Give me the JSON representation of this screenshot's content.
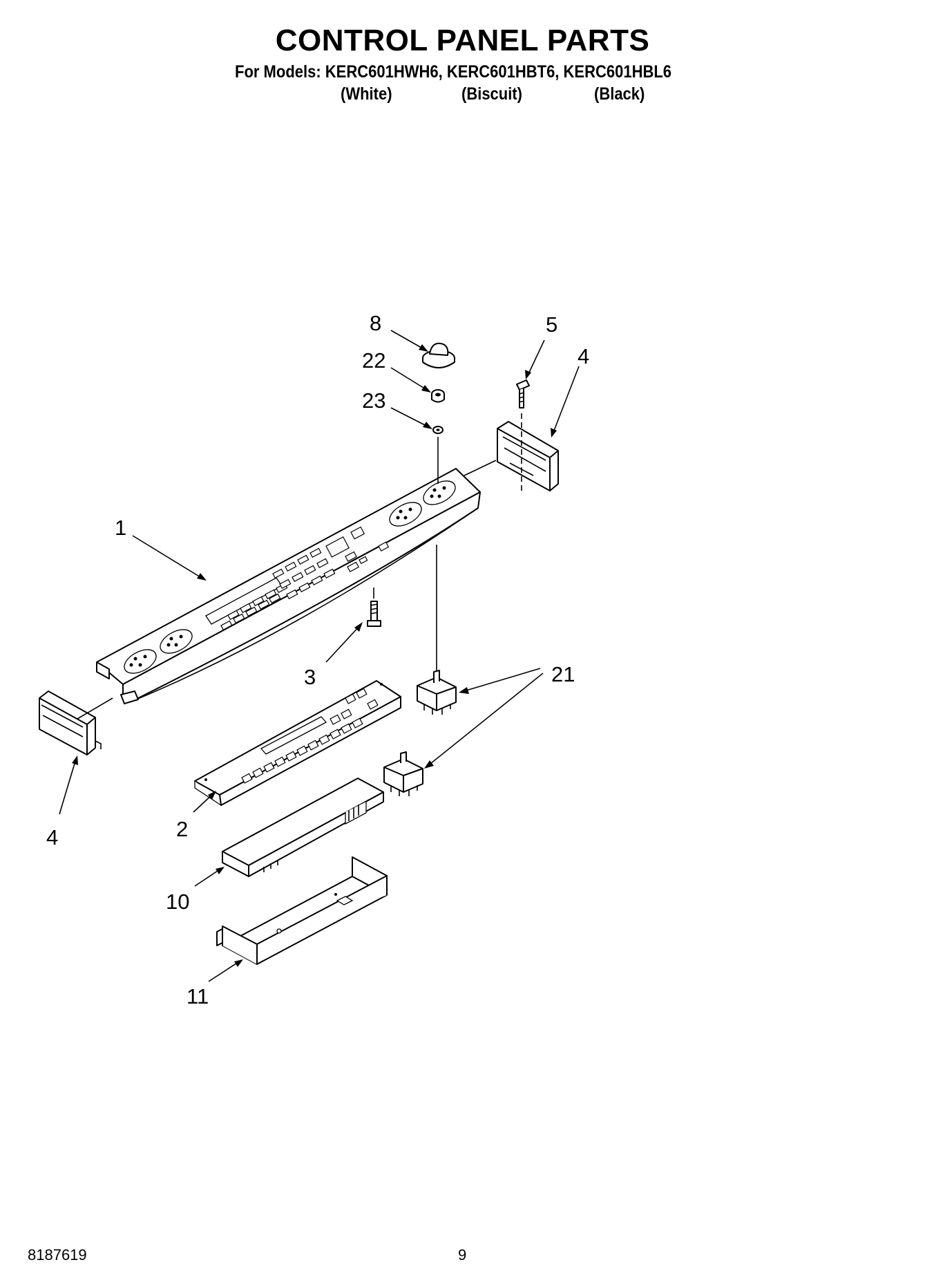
{
  "page": {
    "title": "CONTROL PANEL PARTS",
    "models_line": "For Models: KERC601HWH6, KERC601HBT6, KERC601HBL6",
    "colors": [
      "(White)",
      "(Biscuit)",
      "(Black)"
    ],
    "doc_number": "8187619",
    "page_number": "9"
  },
  "callouts": {
    "c1": "1",
    "c2": "2",
    "c3": "3",
    "c4a": "4",
    "c4b": "4",
    "c5": "5",
    "c8": "8",
    "c10": "10",
    "c11": "11",
    "c21": "21",
    "c22": "22",
    "c23": "23"
  }
}
